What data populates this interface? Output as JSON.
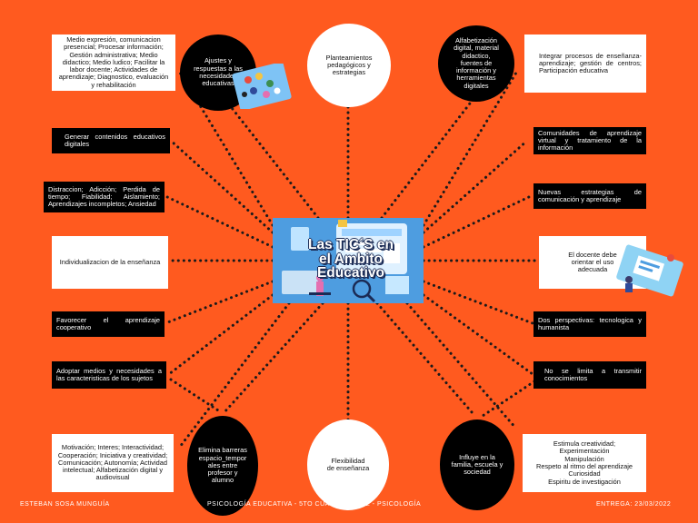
{
  "center": {
    "title": "Las TIC´S en\nel Ambito\nEducativo"
  },
  "top_circles": [
    {
      "text": "Ajustes y\nrespuestas a las\nnecesidades\neducativas"
    },
    {
      "text": "Planteamientos\npedagógicos y\nestrategias"
    },
    {
      "text": "Alfabetización\ndigital, material\ndidactico,\nfuentes de\ninformación y\nherramientas\ndigitales"
    }
  ],
  "bottom_circles": [
    {
      "text": "Elimina barreras\nespacio_tempor\nales entre\nprofesor y\nalumno"
    },
    {
      "text": "Flexibilidad\nde enseñanza"
    },
    {
      "text": "Influye en la\nfamilia, escuela y\nsociedad"
    }
  ],
  "left_boxes": [
    {
      "text": "Medio expresión, comunicacion presencial; Procesar información; Gestión administrativa; Medio didactico; Medio ludico; Facilitar la labor docente; Actividades de aprendizaje; Diagnostico, evaluación y rehabilitación"
    },
    {
      "text": "Generar contenidos educativos digitales"
    },
    {
      "text": "Distraccion; Adicción; Perdida de tiempo; Fiabilidad; Aislamiento; Aprendizajes incompletos; Ansiedad"
    },
    {
      "text": "Individualizacion de la enseñanza"
    },
    {
      "text": "Favorecer el aprendizaje cooperativo"
    },
    {
      "text": "Adoptar medios y necesidades a las caracteristicas de los sujetos"
    },
    {
      "text": "Motivación; Interes; Interactividad; Cooperación; Iniciativa y creatividad; Comunicación; Autonomía; Actividad intelectual; Alfabetización digital y audiovisual"
    }
  ],
  "right_boxes": [
    {
      "text": "Integrar procesos de enseñanza-aprendizaje; gestión de centros; Participación educativa"
    },
    {
      "text": "Comunidades de aprendizaje virtual y tratamiento de la información"
    },
    {
      "text": "Nuevas estrategias de comunicación y aprendizaje"
    },
    {
      "text": "El docente debe\norientar el uso\nadecuada"
    },
    {
      "text": "Dos perspectivas: tecnologica y humanista"
    },
    {
      "text": "No se limita a transmitir conocimientos"
    },
    {
      "text": "Estimula creatividad;\nExperimentación\nManipulación\nRespeto al ritmo del aprendizaje\nCuriosidad\nEspiritu de investigación"
    }
  ],
  "footer": {
    "author": "ESTEBAN SOSA MUNGUÍA",
    "course": "PSICOLOGÍA EDUCATIVA - 5TO CUATRIMESTRE - PSICOLOGÍA",
    "delivery": "ENTREGA: 23/03/2022"
  },
  "colors": {
    "background": "#ff5a1f",
    "center": "#4e9de0",
    "connector": "#1a1a1a"
  }
}
